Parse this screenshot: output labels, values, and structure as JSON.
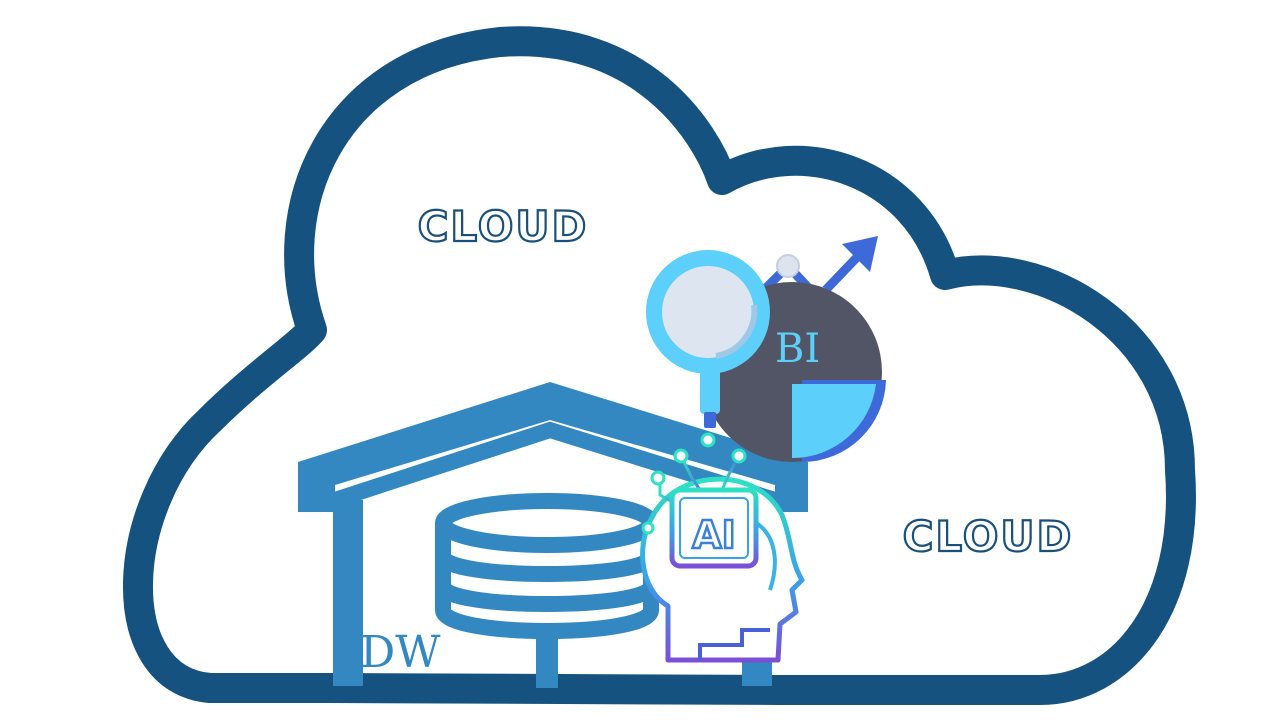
{
  "labels": {
    "cloud_top": "CLOUD",
    "cloud_right": "CLOUD",
    "bi": "BI",
    "ai": "AI",
    "dw": "DW"
  },
  "colors": {
    "cloud_outline": "#16527f",
    "warehouse": "#3388c2",
    "bi_dark": "#525566",
    "bi_light": "#5ccffa",
    "bi_blue": "#3d6ad8",
    "ai_teal": "#2ee0c4",
    "ai_purple": "#7a4fd6"
  },
  "icons": [
    "cloud-icon",
    "warehouse-icon",
    "database-icon",
    "magnifier-icon",
    "pie-chart-icon",
    "trend-arrow-icon",
    "ai-head-icon",
    "chip-icon"
  ]
}
